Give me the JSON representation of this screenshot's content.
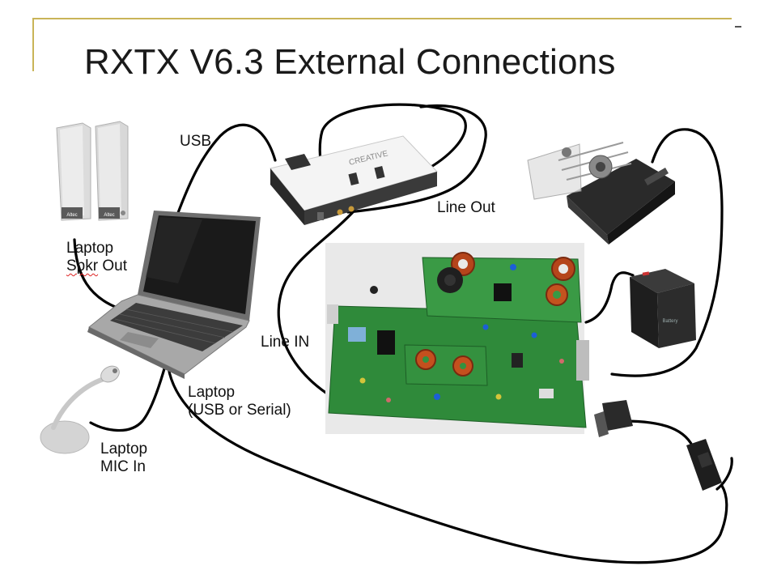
{
  "slide": {
    "title": "RXTX V6.3 External Connections",
    "frame_color": "#c9b458"
  },
  "labels": {
    "usb": "USB",
    "laptop_spkr_out_line1": "Laptop",
    "laptop_spkr_out_line2_a": "Spkr",
    "laptop_spkr_out_line2_b": " Out",
    "line_out": "Line Out",
    "line_in": "Line IN",
    "laptop_usb_serial_line1": "Laptop",
    "laptop_usb_serial_line2": "(USB or Serial)",
    "laptop_mic_in_line1": "Laptop",
    "laptop_mic_in_line2": "MIC In"
  },
  "brands": {
    "sound_card": "CREATIVE",
    "speaker": "Altec",
    "battery": "Battery"
  },
  "colors": {
    "cable": "#000000",
    "pcb_green": "#2f8a3a",
    "sound_card_body": "#f2f2f2",
    "laptop_body": "#9a9a9a"
  }
}
